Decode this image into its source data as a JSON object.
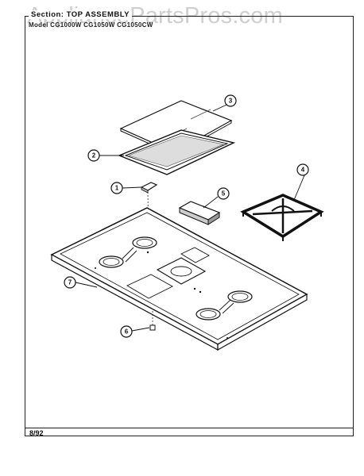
{
  "header": {
    "section": "Section:  TOP ASSEMBLY",
    "models": "Model  CG1000W  CG1050W  CG1050CW"
  },
  "watermark": "AppliancePartsPros.com",
  "footer": {
    "date": "8/92"
  },
  "callouts": [
    {
      "id": "callout-1",
      "label": "1"
    },
    {
      "id": "callout-2",
      "label": "2"
    },
    {
      "id": "callout-3",
      "label": "3"
    },
    {
      "id": "callout-4",
      "label": "4"
    },
    {
      "id": "callout-5",
      "label": "5"
    },
    {
      "id": "callout-6",
      "label": "6"
    },
    {
      "id": "callout-7",
      "label": "7"
    }
  ]
}
